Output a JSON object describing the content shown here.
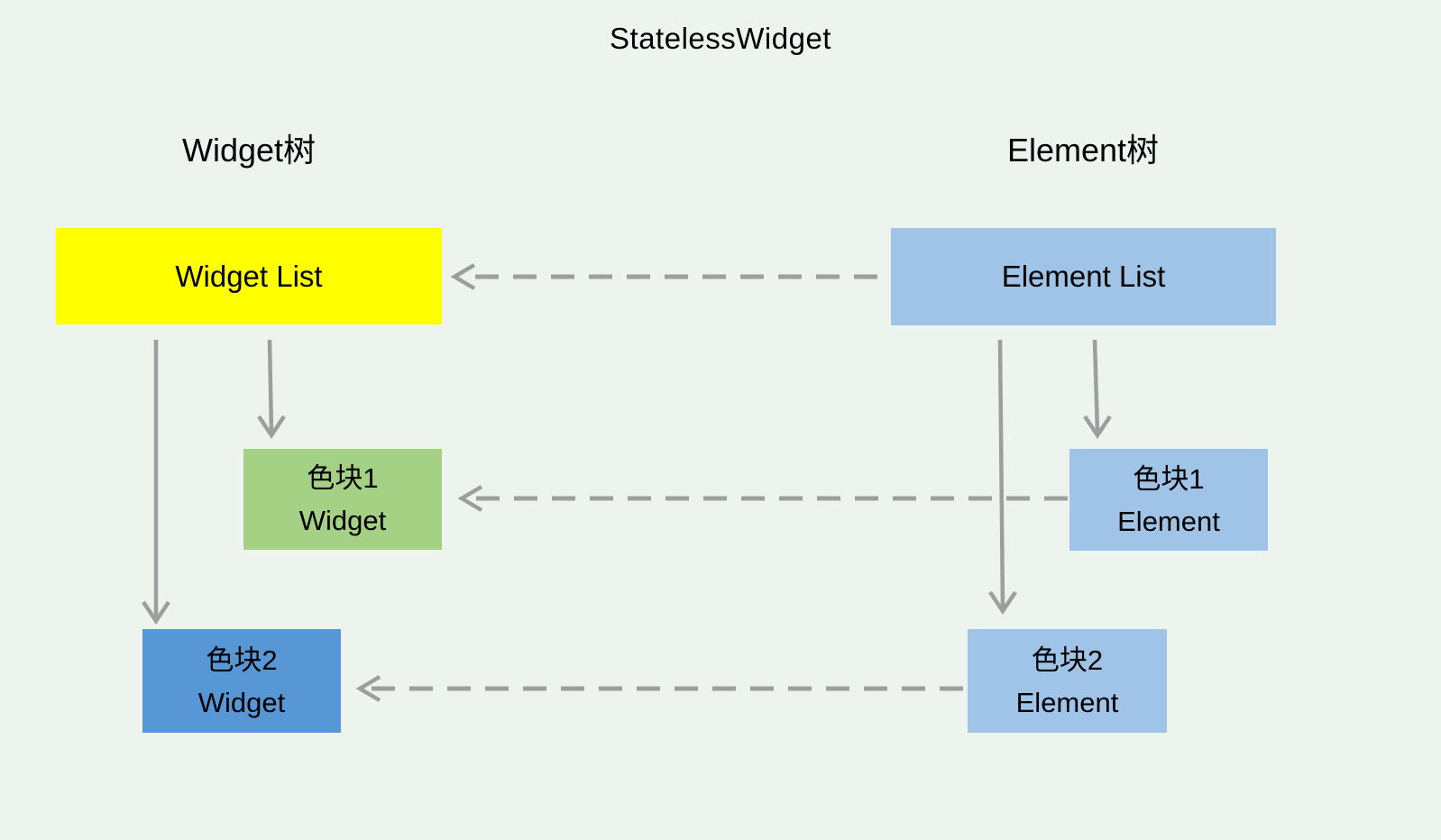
{
  "diagram": {
    "title": "StatelessWidget",
    "colors": {
      "background": "#ecf4ed",
      "arrow": "#9e9e9e",
      "text": "#000000",
      "yellow": "#ffff00",
      "light_blue": "#9fc4e8",
      "green": "#a5d184",
      "medium_blue": "#5897d6"
    },
    "columns": [
      {
        "id": "widget-tree",
        "label": "Widget树"
      },
      {
        "id": "element-tree",
        "label": "Element树"
      }
    ],
    "nodes": [
      {
        "id": "widget-list",
        "lines": [
          "Widget List"
        ],
        "fill": "#ffff00"
      },
      {
        "id": "element-list",
        "lines": [
          "Element List"
        ],
        "fill": "#9fc4e8"
      },
      {
        "id": "block1-widget",
        "lines": [
          "色块1",
          "Widget"
        ],
        "fill": "#a5d184"
      },
      {
        "id": "block1-element",
        "lines": [
          "色块1",
          "Element"
        ],
        "fill": "#9fc4e8"
      },
      {
        "id": "block2-widget",
        "lines": [
          "色块2",
          "Widget"
        ],
        "fill": "#5897d6"
      },
      {
        "id": "block2-element",
        "lines": [
          "色块2",
          "Element"
        ],
        "fill": "#9fc4e8"
      }
    ],
    "edges": [
      {
        "from": "widget-list",
        "to": "block1-widget",
        "style": "solid"
      },
      {
        "from": "widget-list",
        "to": "block2-widget",
        "style": "solid"
      },
      {
        "from": "element-list",
        "to": "block1-element",
        "style": "solid"
      },
      {
        "from": "element-list",
        "to": "block2-element",
        "style": "solid"
      },
      {
        "from": "element-list",
        "to": "widget-list",
        "style": "dashed"
      },
      {
        "from": "block1-element",
        "to": "block1-widget",
        "style": "dashed"
      },
      {
        "from": "block2-element",
        "to": "block2-widget",
        "style": "dashed"
      }
    ]
  }
}
